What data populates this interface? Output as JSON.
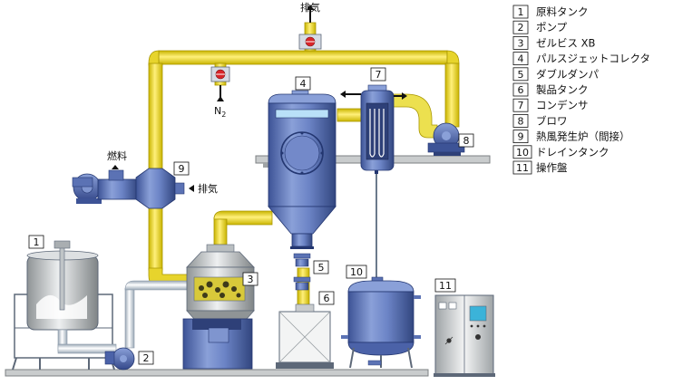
{
  "labels": {
    "exhaust_top": "排気",
    "exhaust_side": "排気",
    "fuel": "燃料",
    "n2": "N",
    "n2_sub": "2"
  },
  "callouts": [
    "1",
    "2",
    "3",
    "4",
    "5",
    "6",
    "7",
    "8",
    "9",
    "10",
    "11"
  ],
  "legend": [
    {
      "num": "1",
      "text": "原料タンク"
    },
    {
      "num": "2",
      "text": "ポンプ"
    },
    {
      "num": "3",
      "text": "ゼルビス XB"
    },
    {
      "num": "4",
      "text": "パルスジェットコレクタ"
    },
    {
      "num": "5",
      "text": "ダブルダンパ"
    },
    {
      "num": "6",
      "text": "製品タンク"
    },
    {
      "num": "7",
      "text": "コンデンサ"
    },
    {
      "num": "8",
      "text": "ブロワ"
    },
    {
      "num": "9",
      "text": "熱風発生炉（間接）"
    },
    {
      "num": "10",
      "text": "ドレインタンク"
    },
    {
      "num": "11",
      "text": "操作盤"
    }
  ],
  "colors": {
    "pipe_yellow": "#f2e23a",
    "pipe_edge": "#b8a400",
    "vessel_blue": "#6f86c4",
    "vessel_dark": "#3f5597",
    "pipe_white": "#e8eef5",
    "valve_red": "#d8252a",
    "floor_gray": "#c9cccd"
  }
}
